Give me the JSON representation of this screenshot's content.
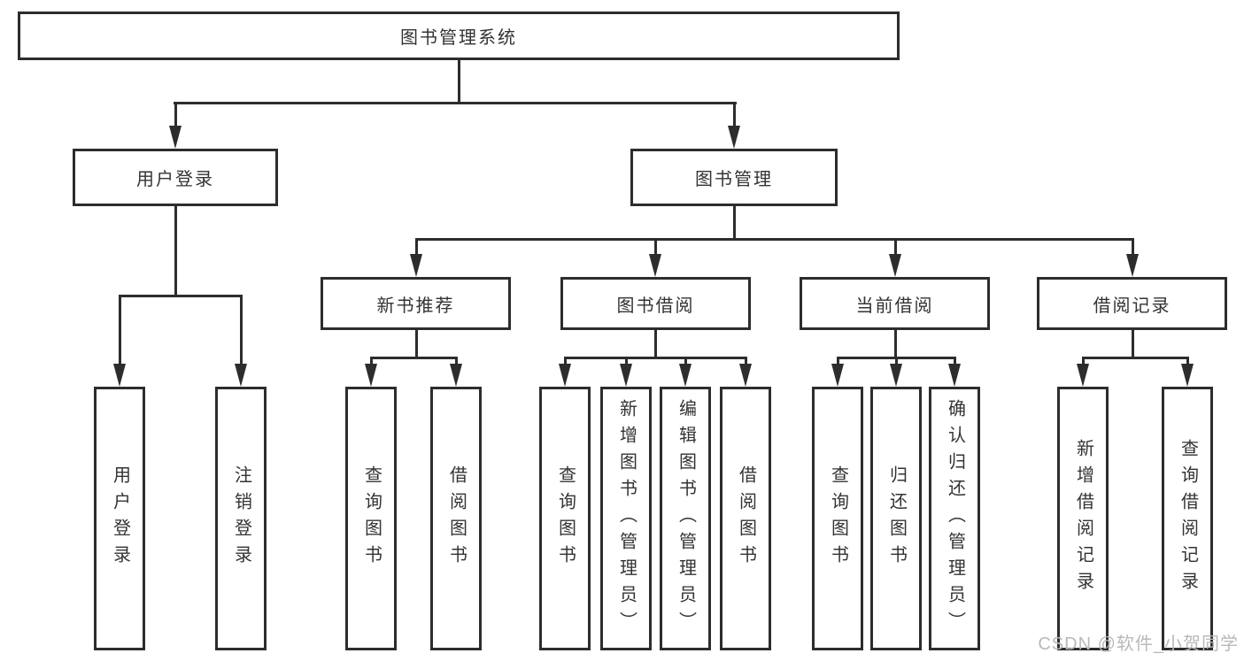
{
  "title": "图书管理系统",
  "tree": {
    "root": "图书管理系统",
    "children": [
      {
        "label": "用户登录",
        "children": [
          {
            "label": "用户登录"
          },
          {
            "label": "注销登录"
          }
        ]
      },
      {
        "label": "图书管理",
        "children": [
          {
            "label": "新书推荐",
            "children": [
              {
                "label": "查询图书"
              },
              {
                "label": "借阅图书"
              }
            ]
          },
          {
            "label": "图书借阅",
            "children": [
              {
                "label": "查询图书"
              },
              {
                "label": "新增图书（管理员）"
              },
              {
                "label": "编辑图书（管理员）"
              },
              {
                "label": "借阅图书"
              }
            ]
          },
          {
            "label": "当前借阅",
            "children": [
              {
                "label": "查询图书"
              },
              {
                "label": "归还图书"
              },
              {
                "label": "确认归还（管理员）"
              }
            ]
          },
          {
            "label": "借阅记录",
            "children": [
              {
                "label": "新增借阅记录"
              },
              {
                "label": "查询借阅记录"
              }
            ]
          }
        ]
      }
    ]
  },
  "watermark": "CSDN @软件_小贺同学",
  "colors": {
    "line": "#2d2d2d",
    "text": "#333333",
    "watermark": "#b9b9b9",
    "background": "#ffffff"
  }
}
